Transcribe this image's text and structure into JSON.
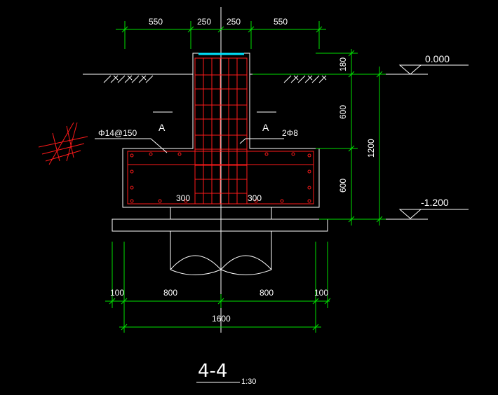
{
  "dimensions": {
    "top": [
      "550",
      "250",
      "250",
      "550"
    ],
    "bottom": [
      "100",
      "800",
      "800",
      "100"
    ],
    "overall_width": "1600",
    "right_small": [
      "180",
      "600",
      "600"
    ],
    "right_total": "1200"
  },
  "levels": {
    "ground": "0.000",
    "base": "-1.200"
  },
  "section_marks": {
    "left": "A",
    "right": "A"
  },
  "rebar": {
    "main": "Φ14@150",
    "stirrup": "2Φ8"
  },
  "offsets": {
    "left": "300",
    "right": "300"
  },
  "title": {
    "label": "4-4",
    "scale": "1:30"
  },
  "colors": {
    "background": "#000000",
    "outline": "#ffffff",
    "dimension": "#00e000",
    "rebar": "#ff1a1a",
    "waterproof": "#00e5ff"
  }
}
